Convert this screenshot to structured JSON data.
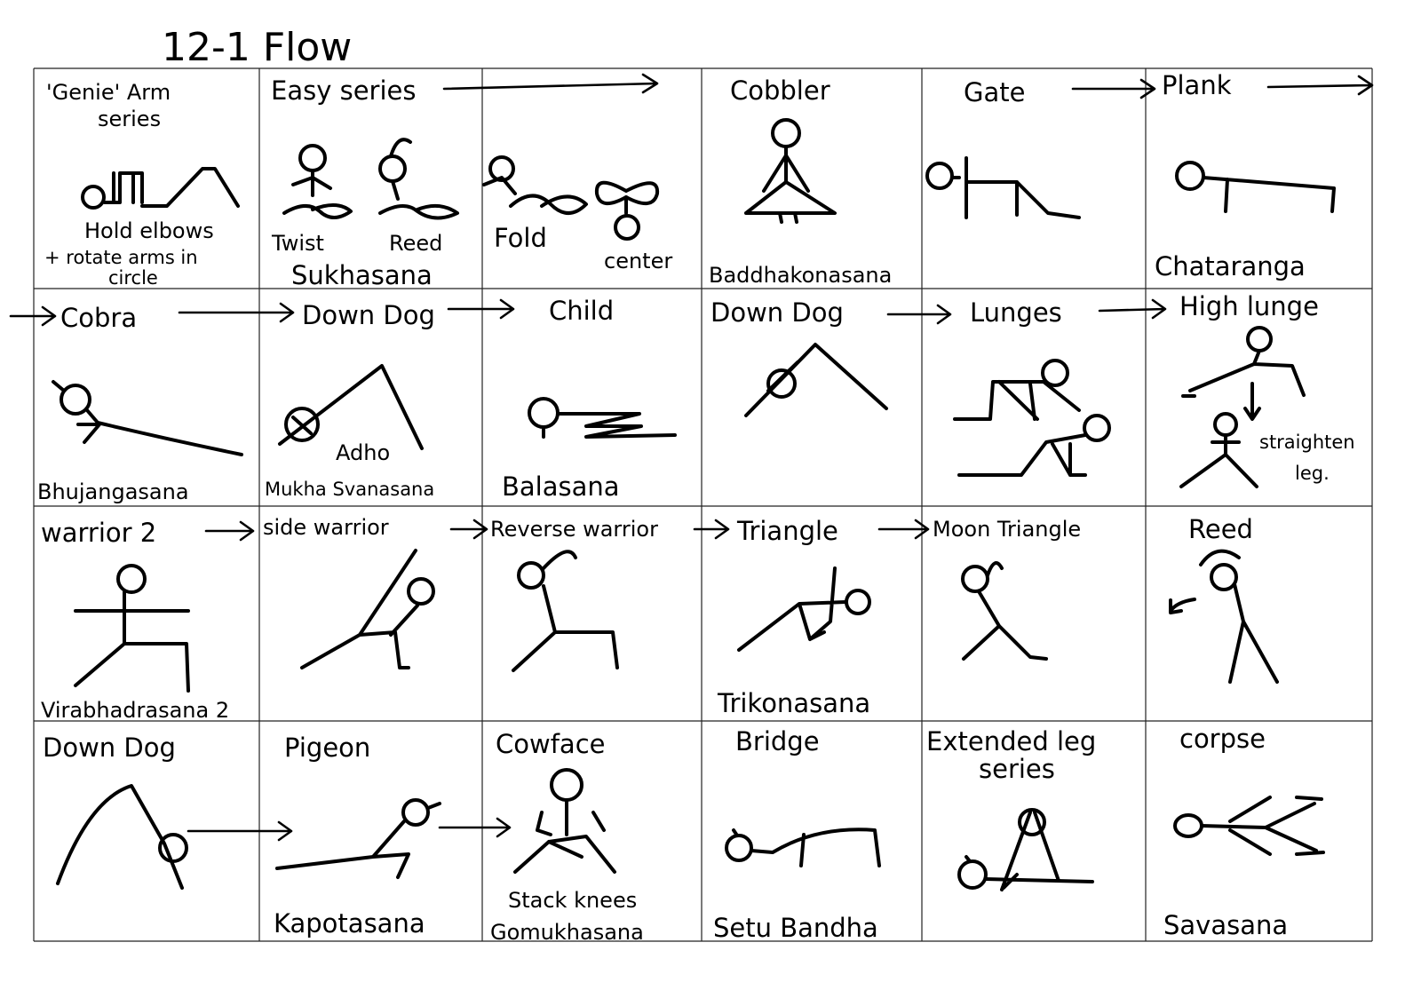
{
  "title": "12-1 Flow",
  "cells": {
    "r1c1": {
      "top1": "'Genie' Arm",
      "top2": "series",
      "note1": "Hold elbows",
      "note2": "+ rotate arms in",
      "note3": "circle"
    },
    "r1c2": {
      "top": "Easy series",
      "pose1": "Twist",
      "pose2": "Reed",
      "pose3": "Fold",
      "pose4": "center",
      "bottom": "Sukhasana"
    },
    "r1c4": {
      "top": "Cobbler",
      "bottom": "Baddhakonasana"
    },
    "r1c5": {
      "top": "Gate"
    },
    "r1c6": {
      "top": "Plank",
      "bottom": "Chataranga"
    },
    "r2c1": {
      "top": "Cobra",
      "bottom": "Bhujangasana"
    },
    "r2c2": {
      "top": "Down Dog",
      "note": "Adho",
      "bottom": "Mukha Svanasana"
    },
    "r2c3": {
      "top": "Child",
      "bottom": "Balasana"
    },
    "r2c4": {
      "top": "Down Dog"
    },
    "r2c5": {
      "top": "Lunges"
    },
    "r2c6": {
      "top": "High lunge",
      "note1": "straighten",
      "note2": "leg."
    },
    "r3c1": {
      "top": "warrior 2",
      "bottom": "Virabhadrasana 2"
    },
    "r3c2": {
      "top": "side warrior"
    },
    "r3c3": {
      "top": "Reverse warrior"
    },
    "r3c4": {
      "top": "Triangle",
      "bottom": "Trikonasana"
    },
    "r3c5": {
      "top": "Moon Triangle"
    },
    "r3c6": {
      "top": "Reed"
    },
    "r4c1": {
      "top": "Down Dog"
    },
    "r4c2": {
      "top": "Pigeon",
      "bottom": "Kapotasana"
    },
    "r4c3": {
      "top": "Cowface",
      "note": "Stack knees",
      "bottom": "Gomukhasana"
    },
    "r4c4": {
      "top": "Bridge",
      "bottom": "Setu Bandha"
    },
    "r4c5": {
      "top1": "Extended leg",
      "top2": "series"
    },
    "r4c6": {
      "top": "corpse",
      "bottom": "Savasana"
    }
  }
}
